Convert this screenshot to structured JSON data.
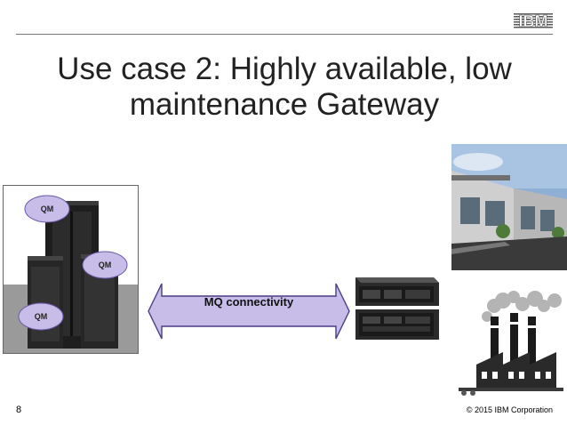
{
  "brand": {
    "logo_text": "IBM"
  },
  "slide": {
    "title_line1": "Use case 2: Highly available, low",
    "title_line2": "maintenance Gateway",
    "page_number": "8",
    "copyright": "© 2015 IBM Corporation"
  },
  "diagram": {
    "queue_managers": [
      "QM",
      "QM",
      "QM"
    ],
    "connection_label": "MQ connectivity"
  },
  "colors": {
    "qm_bubble": "#c8bde8",
    "qm_border": "#6a5aa8",
    "arrow_fill": "#c8bde8",
    "arrow_stroke": "#4a3d86"
  }
}
